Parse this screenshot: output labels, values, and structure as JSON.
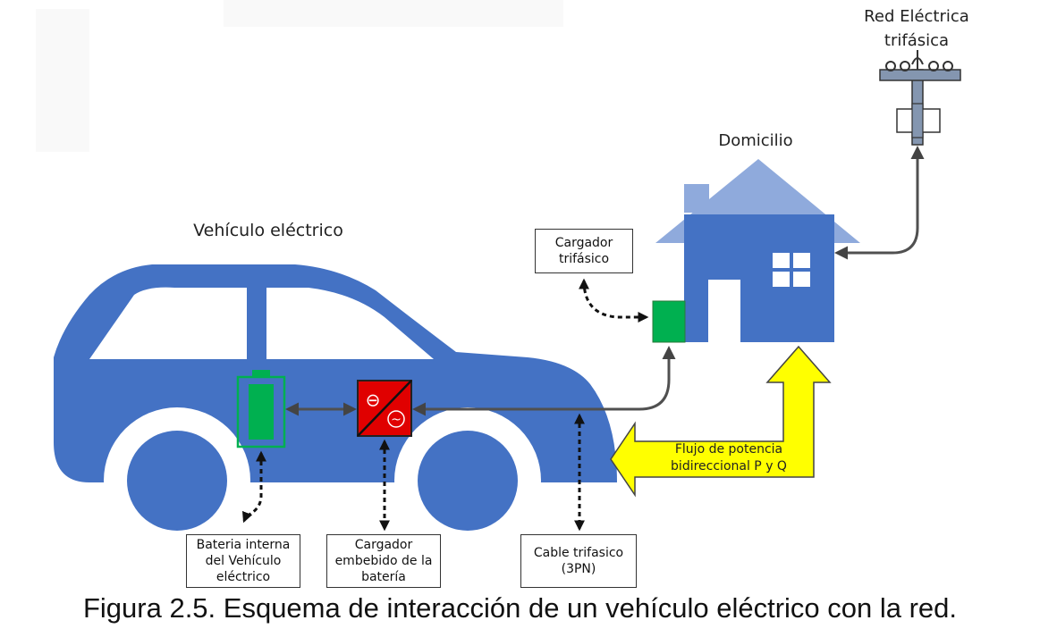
{
  "labels": {
    "vehicle": "Vehículo eléctrico",
    "home": "Domicilio",
    "grid_line1": "Red Eléctrica",
    "grid_line2": "trifásica"
  },
  "boxes": {
    "charger_3ph": [
      "Cargador",
      "trifásico"
    ],
    "battery": [
      "Bateria interna",
      "del Vehículo",
      "eléctrico"
    ],
    "embedded_charger": [
      "Cargador",
      "embebido de la",
      "batería"
    ],
    "cable": [
      "Cable trifasico",
      "(3PN)"
    ]
  },
  "flow_text": [
    "Flujo de potencia",
    "bidireccional P y Q"
  ],
  "converter_symbols": {
    "dc": "⊖",
    "ac": "~"
  },
  "caption": "Figura 2.5. Esquema de interacción de un vehículo eléctrico con la red.",
  "colors": {
    "car": "#4472C4",
    "house": "#4472C4",
    "roof": "#8FAADC",
    "battery": "#00B050",
    "converter": "#E00000",
    "arrow_yellow": "#FFFF00",
    "wire": "#505050"
  }
}
